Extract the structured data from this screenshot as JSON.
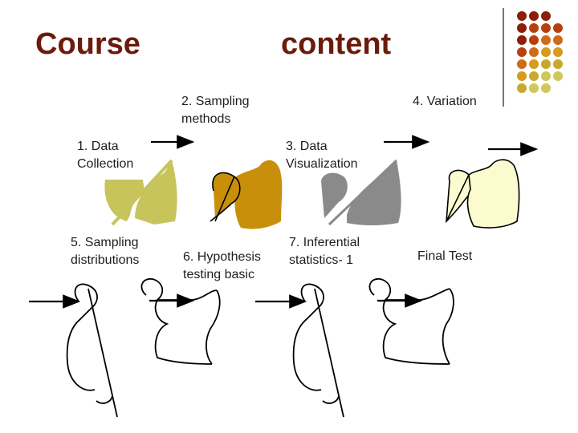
{
  "slide": {
    "title_left": "Course",
    "title_right": "content"
  },
  "labels": {
    "l1": "1. Data\nCollection",
    "l2": "2. Sampling\nmethods",
    "l3": "3. Data\nVisualization",
    "l4": "4. Variation",
    "l5": "5. Sampling\ndistributions",
    "l6": "6. Hypothesis\ntesting basic",
    "l7": "7. Inferential\nstatistics- 1",
    "l8": "Final Test"
  },
  "colors": {
    "title": "#6b1a0b",
    "piece_olive": "#c7c45c",
    "piece_ochre": "#c8900a",
    "piece_gray": "#8a8a8a",
    "piece_cream": "#fbfbcf",
    "dots": [
      "#8b1f0a",
      "#b8400f",
      "#d06a18",
      "#d89a1c",
      "#c9a92b",
      "#cfc85a"
    ]
  },
  "dot_grid": [
    [
      0,
      0,
      0
    ],
    [
      0,
      1,
      1,
      1
    ],
    [
      0,
      1,
      2,
      2
    ],
    [
      1,
      2,
      3,
      3
    ],
    [
      2,
      3,
      4,
      4
    ],
    [
      3,
      4,
      5,
      5
    ],
    [
      4,
      5,
      5
    ]
  ]
}
